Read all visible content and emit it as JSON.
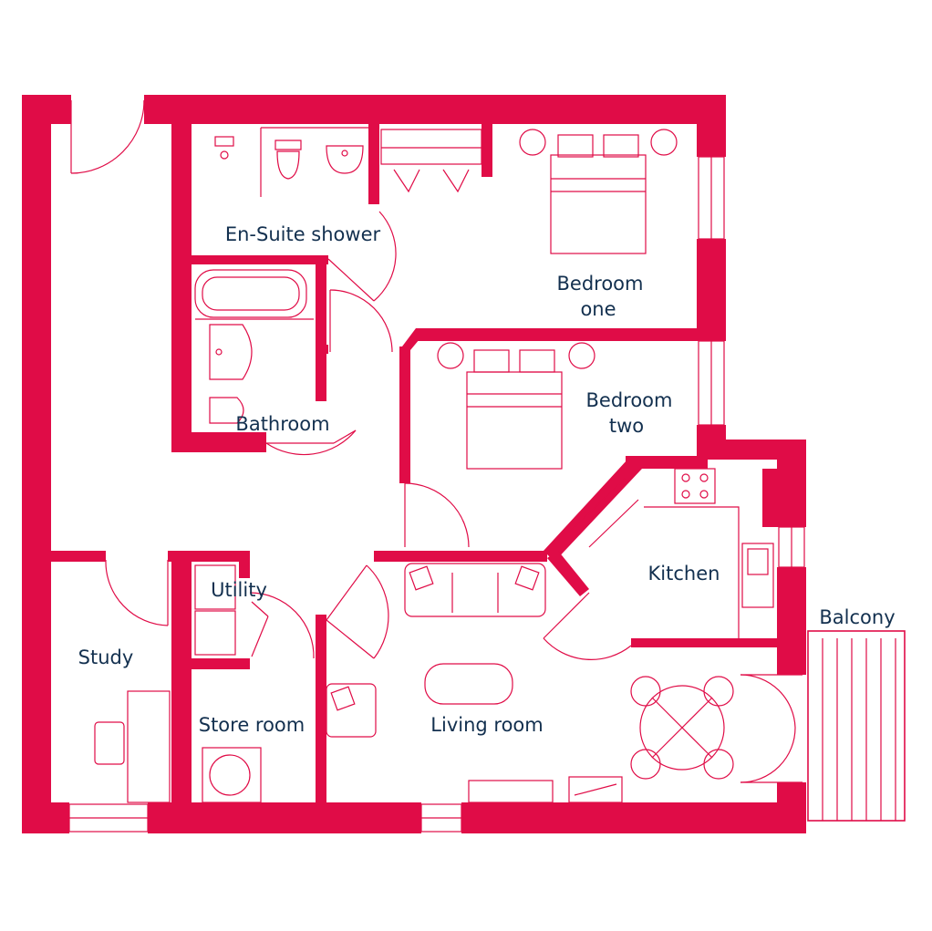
{
  "colors": {
    "wall": "#e00c47",
    "label": "#13304f",
    "background": "#ffffff"
  },
  "rooms": {
    "ensuite": "En-Suite shower",
    "bedroom_one": [
      "Bedroom",
      "one"
    ],
    "bedroom_two": [
      "Bedroom",
      "two"
    ],
    "bathroom": "Bathroom",
    "kitchen": "Kitchen",
    "utility": "Utility",
    "study": "Study",
    "store": "Store room",
    "living": "Living room",
    "balcony": "Balcony"
  }
}
